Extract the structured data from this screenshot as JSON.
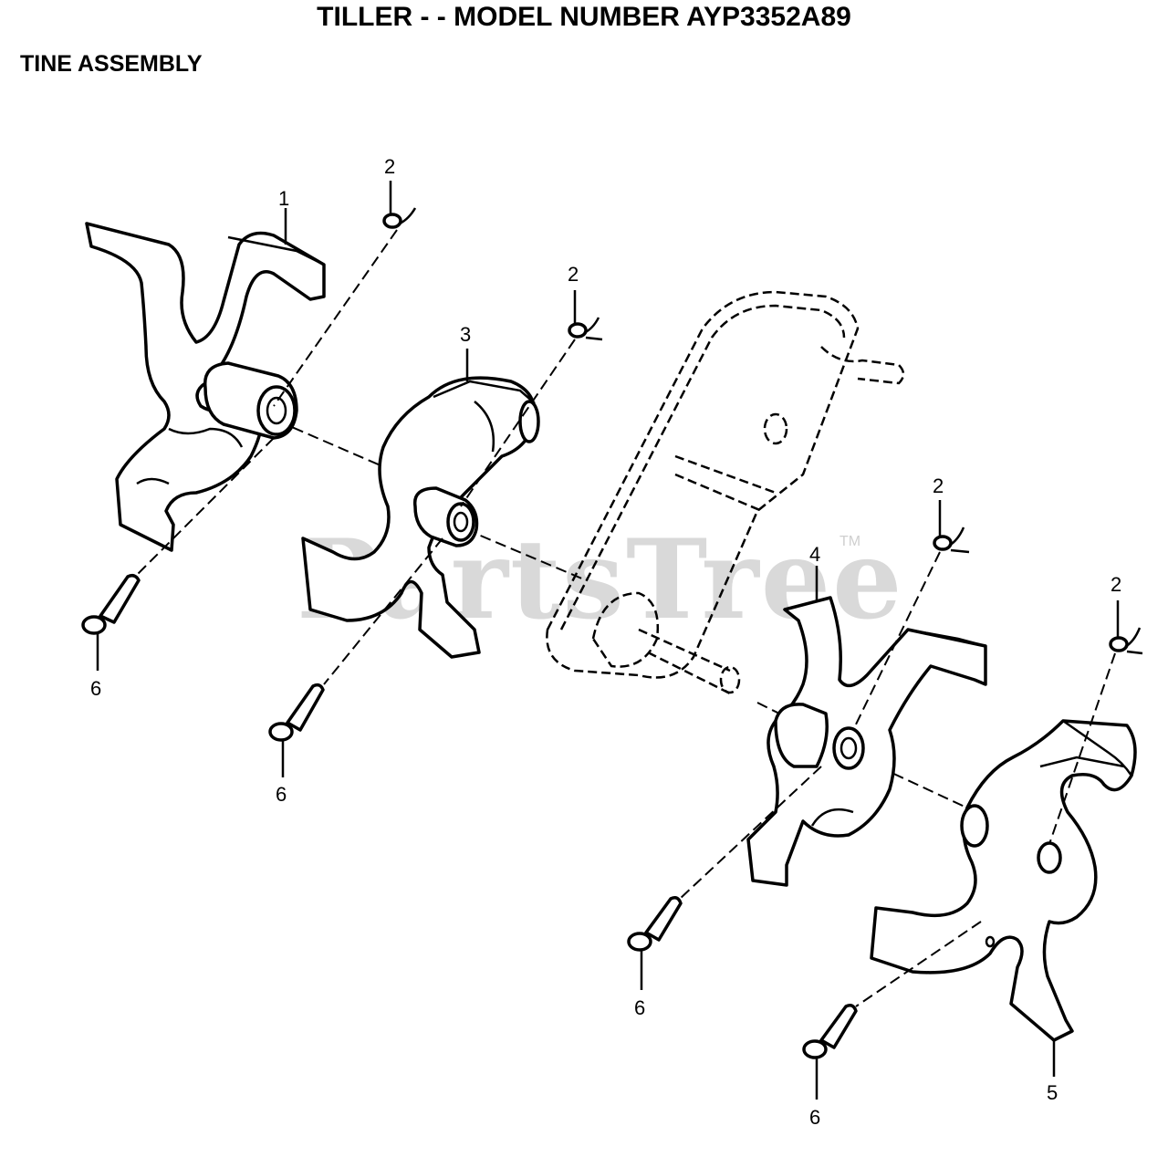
{
  "header": {
    "title": "TILLER - - MODEL NUMBER AYP3352A89",
    "subtitle": "TINE ASSEMBLY"
  },
  "watermark": {
    "text": "PartsTree",
    "tm": "TM"
  },
  "callouts": [
    {
      "id": "c1",
      "label": "1"
    },
    {
      "id": "c2a",
      "label": "2"
    },
    {
      "id": "c2b",
      "label": "2"
    },
    {
      "id": "c2c",
      "label": "2"
    },
    {
      "id": "c2d",
      "label": "2"
    },
    {
      "id": "c3",
      "label": "3"
    },
    {
      "id": "c4",
      "label": "4"
    },
    {
      "id": "c5",
      "label": "5"
    },
    {
      "id": "c6a",
      "label": "6"
    },
    {
      "id": "c6b",
      "label": "6"
    },
    {
      "id": "c6c",
      "label": "6"
    },
    {
      "id": "c6d",
      "label": "6"
    }
  ]
}
